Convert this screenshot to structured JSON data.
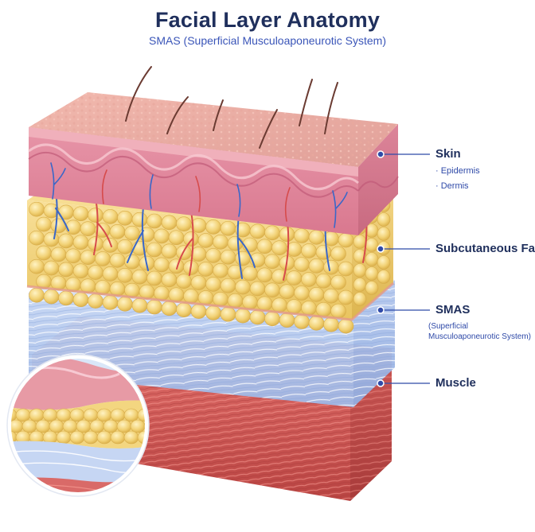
{
  "title": "Facial Layer Anatomy",
  "subtitle": "SMAS (Superficial Musculoaponeurotic System)",
  "layers": {
    "skin": {
      "label": "Skin",
      "sublayers": [
        "· Epidermis",
        "· Dermis"
      ]
    },
    "fat": {
      "label": "Subcutaneous Fat"
    },
    "smas": {
      "label": "SMAS",
      "note_line1": "(Superficial",
      "note_line2": "Musculoaponeurotic System)"
    },
    "muscle": {
      "label": "Muscle"
    }
  },
  "colors": {
    "title": "#1f2f5c",
    "subtitle": "#3a55b8",
    "leader_line": "#2f4aa8",
    "skin": "#e7a9b3",
    "fat": "#f3d680",
    "smas": "#b9cdef",
    "muscle": "#d96a68"
  }
}
